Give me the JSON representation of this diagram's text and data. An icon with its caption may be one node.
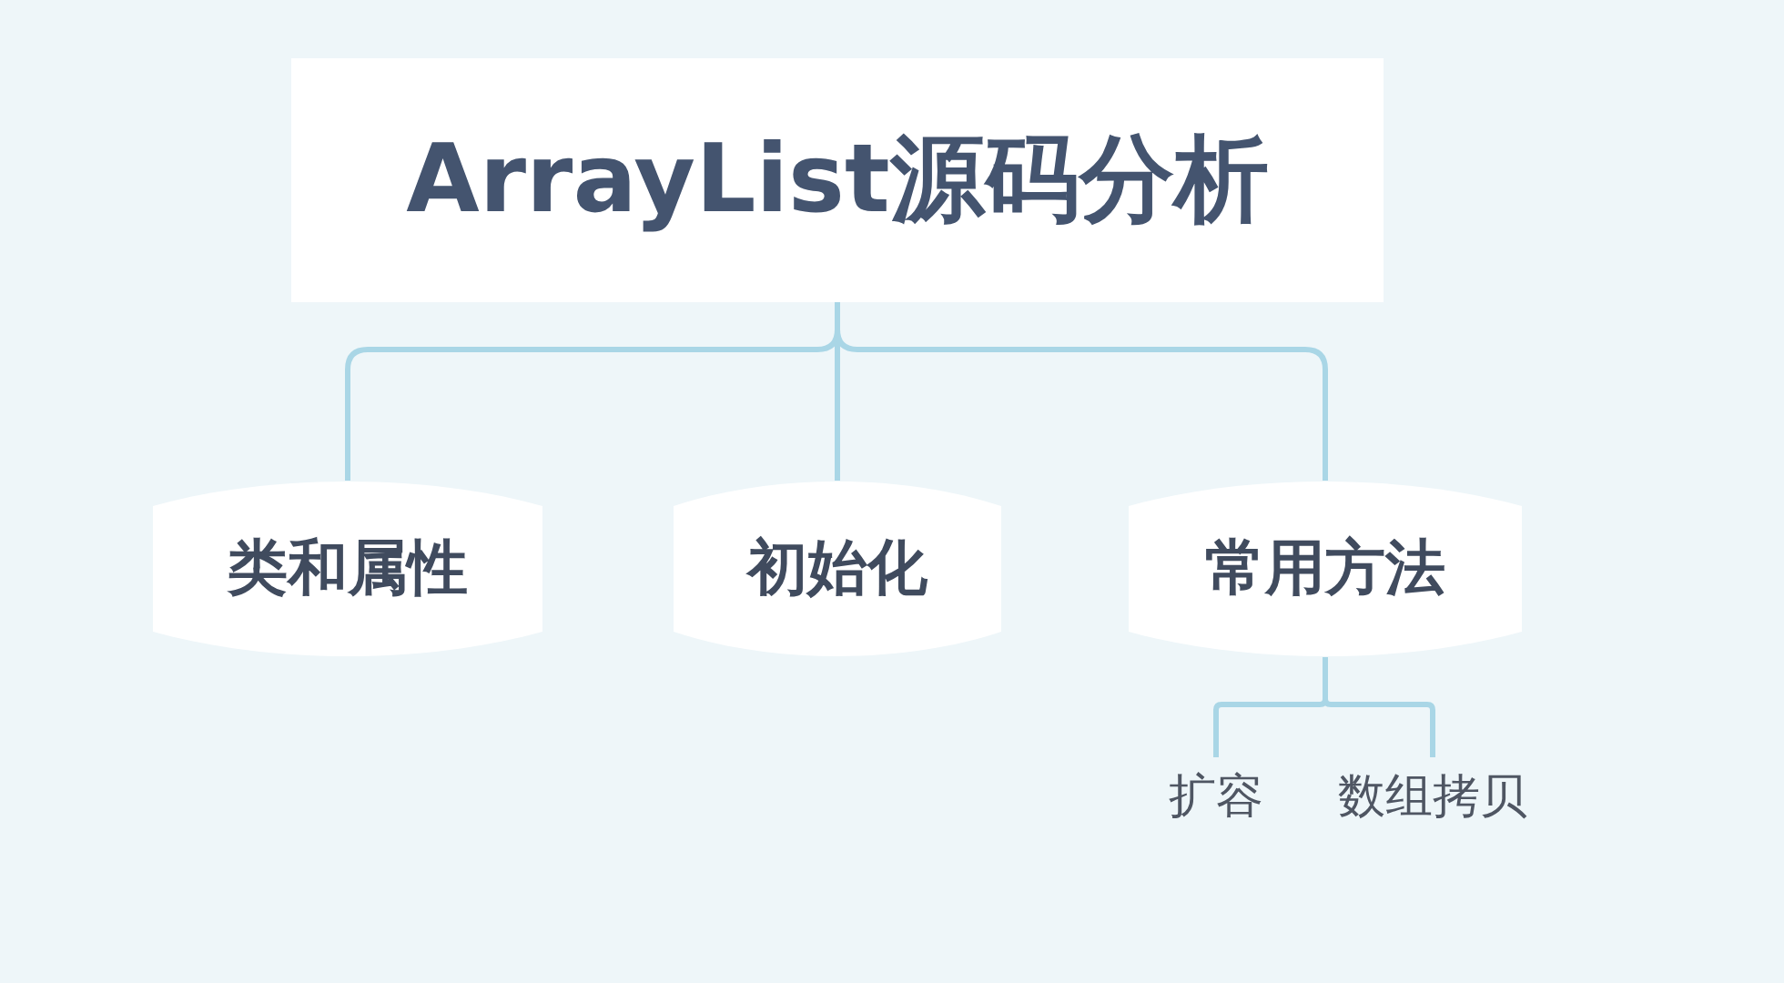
{
  "diagram": {
    "nodes": [
      {
        "text": [
          "ArrayList源码分析"
        ]
      },
      {
        "text": [
          "类和属性"
        ]
      },
      {
        "text": [
          "初始化"
        ]
      },
      {
        "text": [
          "常用方法"
        ]
      },
      {
        "text": [
          "扩容"
        ]
      },
      {
        "text": [
          "数组拷贝"
        ]
      }
    ],
    "edges": [
      {
        "from": 0,
        "to": 1,
        "arrow": "none"
      },
      {
        "from": 0,
        "to": 2,
        "arrow": "none"
      },
      {
        "from": 0,
        "to": 3,
        "arrow": "none"
      },
      {
        "from": 3,
        "to": 4,
        "arrow": "none"
      },
      {
        "from": 3,
        "to": 5,
        "arrow": "none"
      }
    ]
  }
}
